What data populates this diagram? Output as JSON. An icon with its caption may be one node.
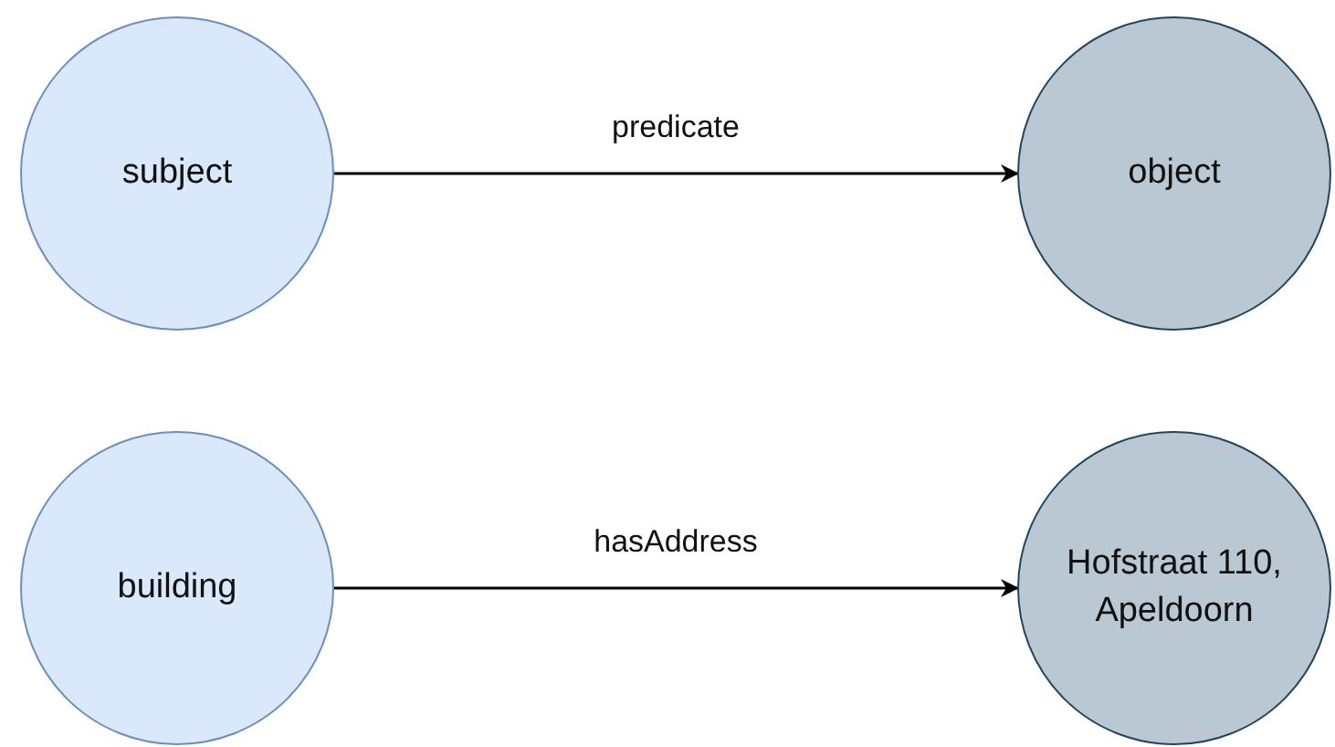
{
  "diagram": {
    "nodes": [
      {
        "text": [
          "subject"
        ]
      },
      {
        "text": [
          "object"
        ]
      },
      {
        "text": [
          "building"
        ]
      },
      {
        "text": [
          "Hofstraat 110, Apeldoorn"
        ]
      }
    ],
    "edges": [
      {
        "from": 0,
        "to": 1,
        "arrow": "to",
        "label": "predicate"
      },
      {
        "from": 2,
        "to": 3,
        "arrow": "to",
        "label": "hasAddress"
      }
    ]
  }
}
